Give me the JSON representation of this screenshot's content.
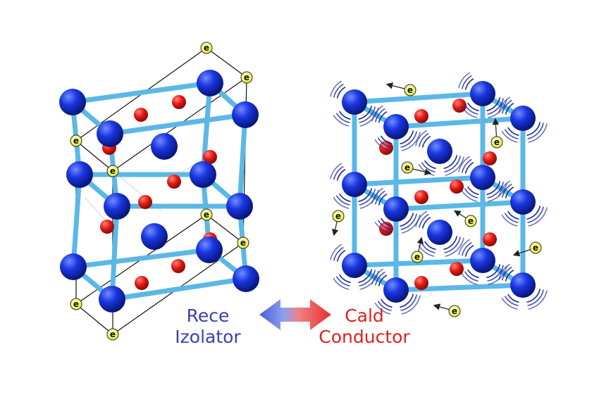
{
  "diagram": {
    "left_state": {
      "line1": "Rece",
      "line2": "Izolator",
      "color": "#3b3fb0"
    },
    "right_state": {
      "line1": "Cald",
      "line2": "Conductor",
      "color": "#e0201b"
    },
    "electron_symbol": "e",
    "colors": {
      "bond": "#5bb8e6",
      "large_atom": "#1530d8",
      "small_atom": "#e41818",
      "electron_fill": "#f4f94a",
      "arrow_cold": "#4a60d8",
      "arrow_hot": "#e63030"
    }
  }
}
